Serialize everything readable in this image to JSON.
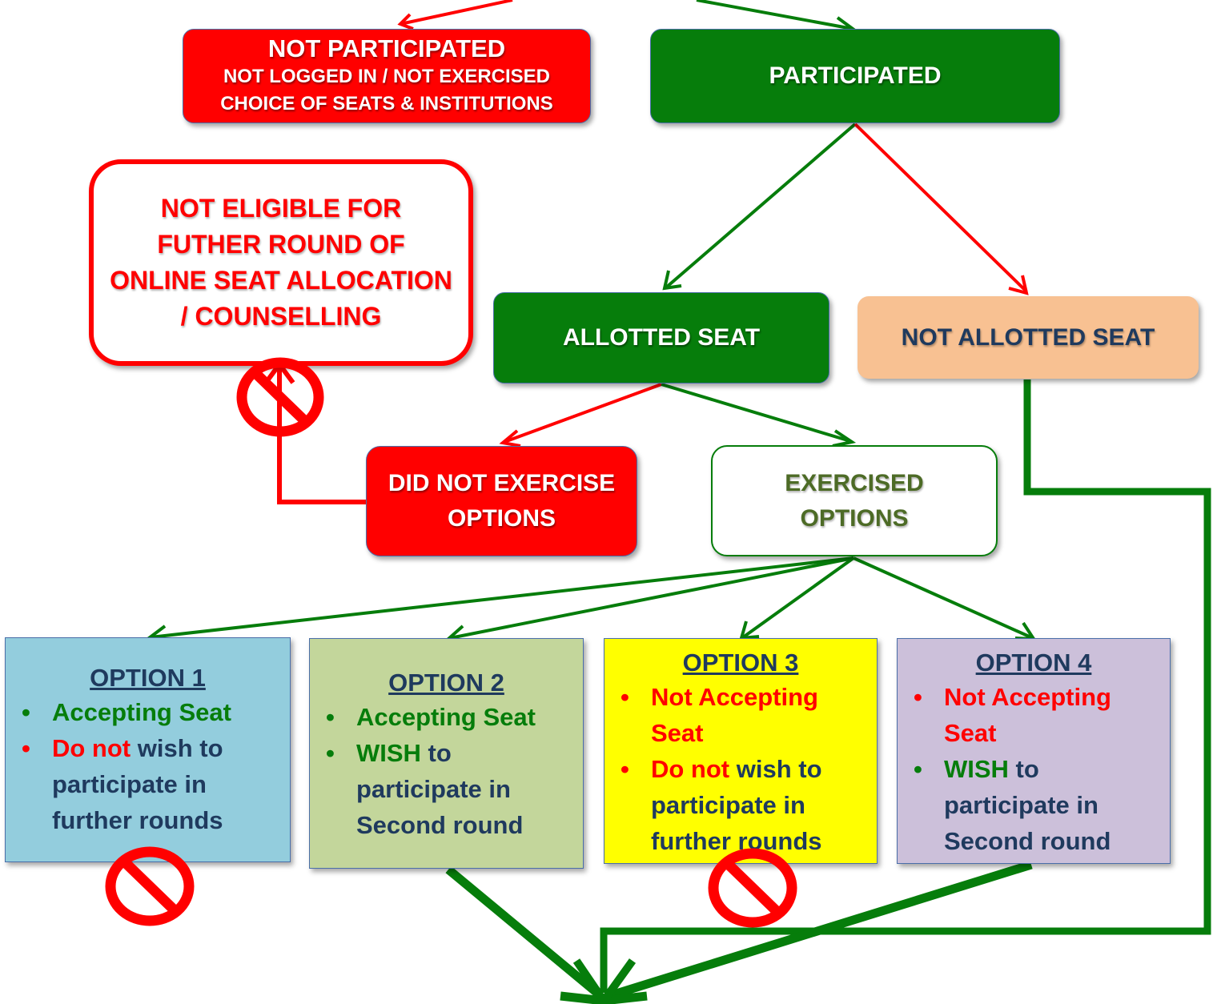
{
  "colors": {
    "red": "#ff0000",
    "green": "#067d0b",
    "navy": "#1f3a5e",
    "peach": "#f8c192",
    "option1_bg": "#93cddd",
    "option2_bg": "#c3d69b",
    "option3_bg": "#ffff00",
    "option4_bg": "#ccc0da"
  },
  "nodes": {
    "not_participated": {
      "title": "NOT PARTICIPATED",
      "line1": "NOT LOGGED IN / NOT EXERCISED",
      "line2": "CHOICE OF SEATS & INSTITUTIONS"
    },
    "participated": {
      "title": "PARTICIPATED"
    },
    "not_eligible": {
      "line1": "NOT ELIGIBLE FOR",
      "line2": "FUTHER ROUND OF",
      "line3": "ONLINE SEAT ALLOCATION",
      "line4": "/ COUNSELLING"
    },
    "allotted_seat": {
      "title": "ALLOTTED SEAT"
    },
    "not_allotted_seat": {
      "title": "NOT ALLOTTED SEAT"
    },
    "did_not_exercise": {
      "line1": "DID NOT EXERCISE",
      "line2": "OPTIONS"
    },
    "exercised": {
      "line1": "EXERCISED",
      "line2": "OPTIONS"
    }
  },
  "options": {
    "opt1": {
      "title": "OPTION 1",
      "b1": "Accepting Seat",
      "b2_red": "Do not",
      "b2_rest": " wish to participate in further rounds"
    },
    "opt2": {
      "title": "OPTION 2",
      "b1": "Accepting Seat",
      "b2_green": "WISH",
      "b2_rest": " to participate in Second round"
    },
    "opt3": {
      "title": "OPTION 3",
      "b1": "Not Accepting Seat",
      "b2_red": "Do not",
      "b2_rest": " wish to participate in further rounds"
    },
    "opt4": {
      "title": "OPTION 4",
      "b1": "Not Accepting Seat",
      "b2_green": "WISH",
      "b2_rest": " to participate in Second round"
    }
  },
  "bullet": "•",
  "icons": {
    "prohibited": "prohibited-icon",
    "arrow": "arrowhead-icon"
  }
}
